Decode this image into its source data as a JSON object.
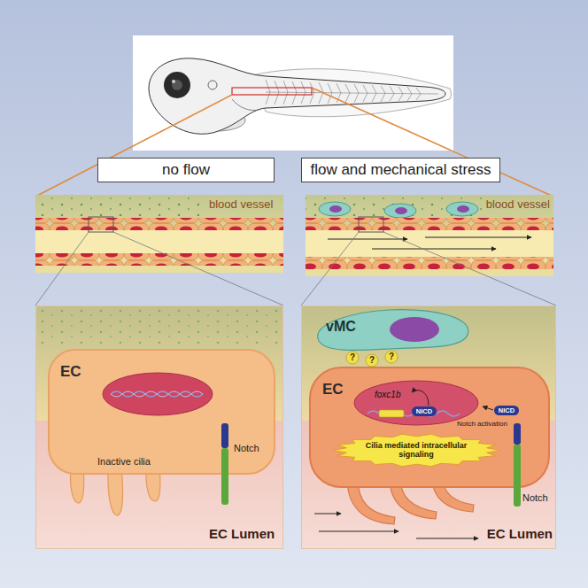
{
  "diagram": {
    "nodes": [
      {
        "text": [
          "no flow"
        ]
      },
      {
        "text": [
          "flow and mechanical stress"
        ]
      },
      {
        "text": [
          "blood vessel"
        ]
      },
      {
        "text": [
          "blood vessel"
        ]
      },
      {
        "text": [
          "EC Lumen"
        ]
      },
      {
        "text": [
          "EC",
          "Inactive cilia"
        ],
        "in": 4
      },
      {
        "text": [
          "EC Lumen"
        ]
      },
      {
        "text": [
          "vMC"
        ],
        "in": 6
      },
      {
        "text": [
          "EC"
        ],
        "in": 6
      },
      {
        "text": [
          "Cilia mediated intracellular signaling"
        ],
        "in": 8
      }
    ],
    "labels": [
      "Notch",
      "?",
      "?",
      "?",
      "foxc1b",
      "NICD",
      "NICD",
      "Notch activation",
      "Notch"
    ]
  }
}
